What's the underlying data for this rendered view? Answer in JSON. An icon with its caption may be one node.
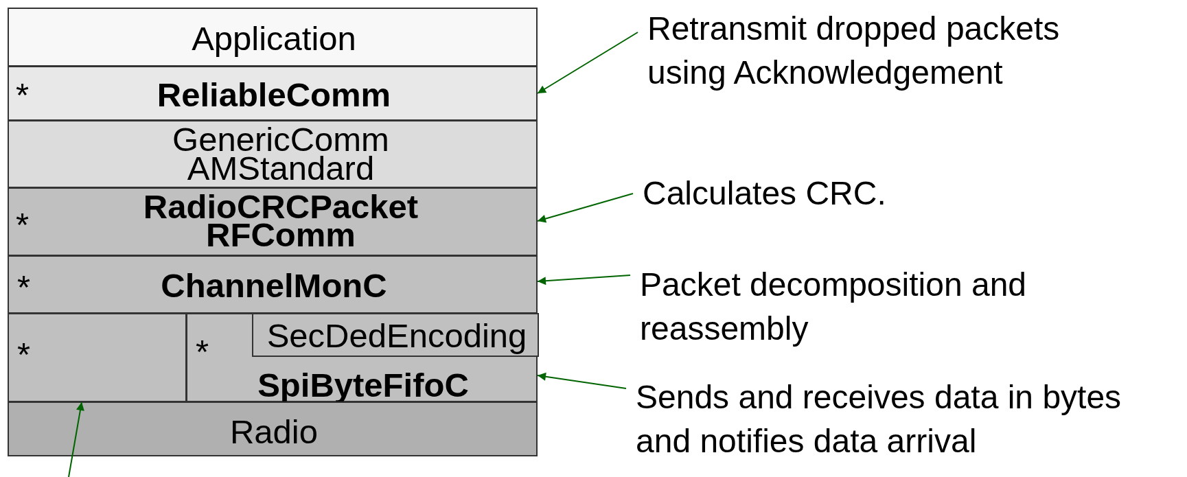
{
  "diagram": {
    "nodes": [
      {
        "text": [
          "Application"
        ]
      },
      {
        "text": [
          "*",
          "ReliableComm"
        ]
      },
      {
        "text": [
          "GenericComm",
          "AMStandard"
        ]
      },
      {
        "text": [
          "*",
          "RadioCRCPacket",
          "RFComm"
        ]
      },
      {
        "text": [
          "*",
          "ChannelMonC"
        ]
      },
      {
        "text": [
          "*"
        ]
      },
      {
        "text": [
          "*",
          "SpiByteFifoC"
        ]
      },
      {
        "text": [
          "SecDedEncoding"
        ],
        "in": 6
      },
      {
        "text": [
          "Radio"
        ]
      },
      {
        "text": [
          "Retransmit dropped packets using Acknowledgement"
        ]
      },
      {
        "text": [
          "Calculates CRC."
        ]
      },
      {
        "text": [
          "Packet decomposition and reassembly"
        ]
      },
      {
        "text": [
          "Sends and receives data in bytes and notifies data arrival"
        ]
      }
    ],
    "edges": [
      {
        "from": 9,
        "to": 1,
        "arrow": "to"
      },
      {
        "from": 10,
        "to": 3,
        "arrow": "to"
      },
      {
        "from": 11,
        "to": 4,
        "arrow": "to"
      },
      {
        "from": 12,
        "to": 6,
        "arrow": "to"
      },
      {
        "from": null,
        "to": 5,
        "arrow": "to"
      }
    ]
  }
}
